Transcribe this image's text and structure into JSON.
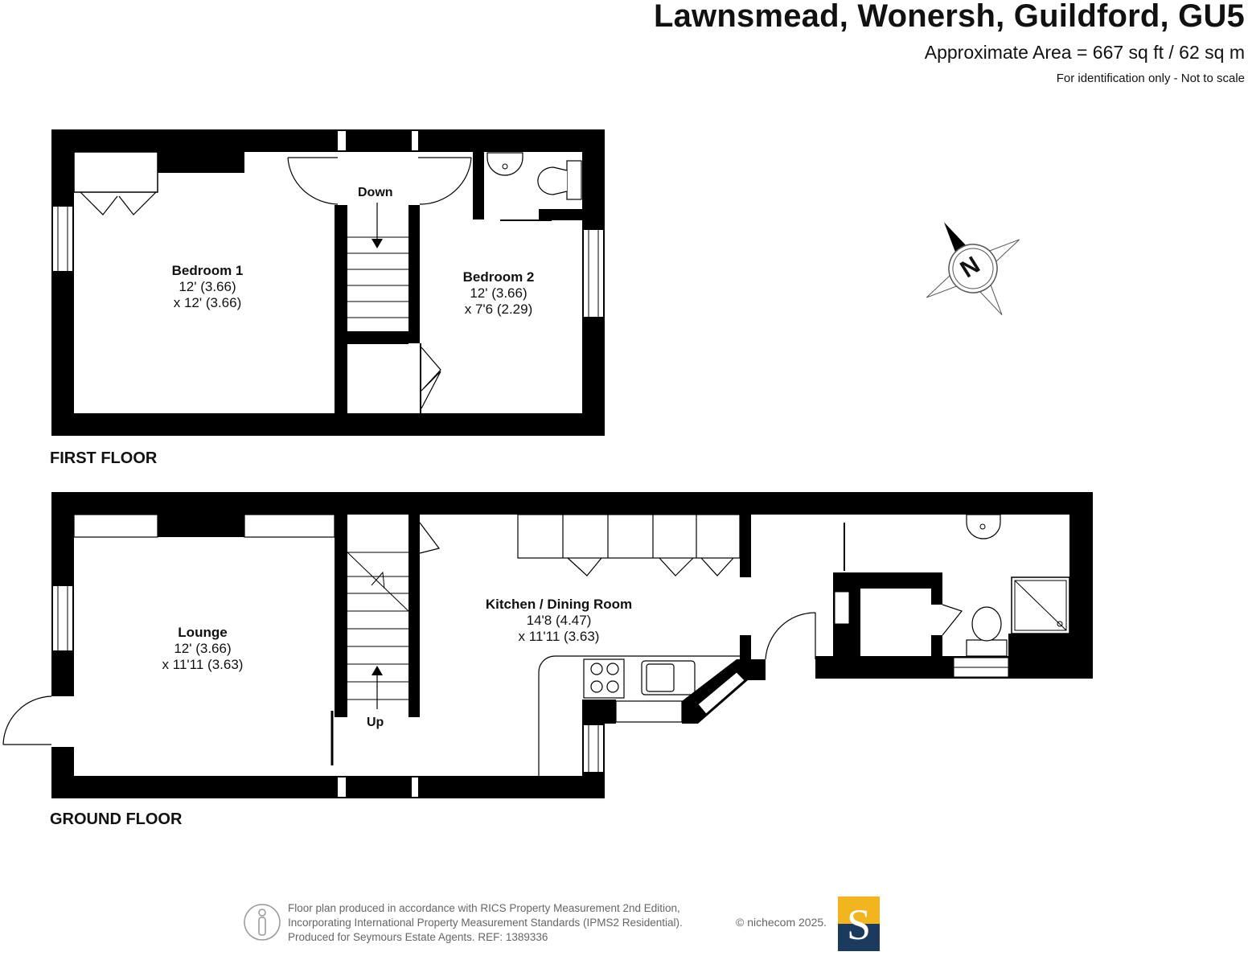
{
  "header": {
    "title": "Lawnsmead, Wonersh, Guildford, GU5",
    "area": "Approximate Area = 667 sq ft / 62 sq m",
    "note": "For identification only - Not to scale"
  },
  "floors": {
    "first": {
      "label": "FIRST FLOOR",
      "bedroom1": {
        "name": "Bedroom 1",
        "dim1": "12' (3.66)",
        "dim2": "x 12' (3.66)"
      },
      "bedroom2": {
        "name": "Bedroom 2",
        "dim1": "12' (3.66)",
        "dim2": "x 7'6 (2.29)"
      },
      "stairs_label": "Down"
    },
    "ground": {
      "label": "GROUND FLOOR",
      "lounge": {
        "name": "Lounge",
        "dim1": "12' (3.66)",
        "dim2": "x 11'11 (3.63)"
      },
      "kitchen": {
        "name": "Kitchen / Dining Room",
        "dim1": "14'8 (4.47)",
        "dim2": "x 11'11 (3.63)"
      },
      "stairs_label": "Up"
    }
  },
  "compass": {
    "letter": "N"
  },
  "footer": {
    "line1": "Floor plan produced in accordance with RICS Property Measurement 2nd Edition,",
    "line2": "Incorporating International Property Measurement Standards (IPMS2 Residential).",
    "line3": "Produced for Seymours Estate Agents.    REF: 1389336",
    "copyright": "© nichecom 2025.",
    "logo_letter": "S"
  },
  "colors": {
    "wall": "#000000",
    "logo_gold": "#f2b51f",
    "logo_navy": "#1c3a5e",
    "footer_text": "#666666"
  }
}
